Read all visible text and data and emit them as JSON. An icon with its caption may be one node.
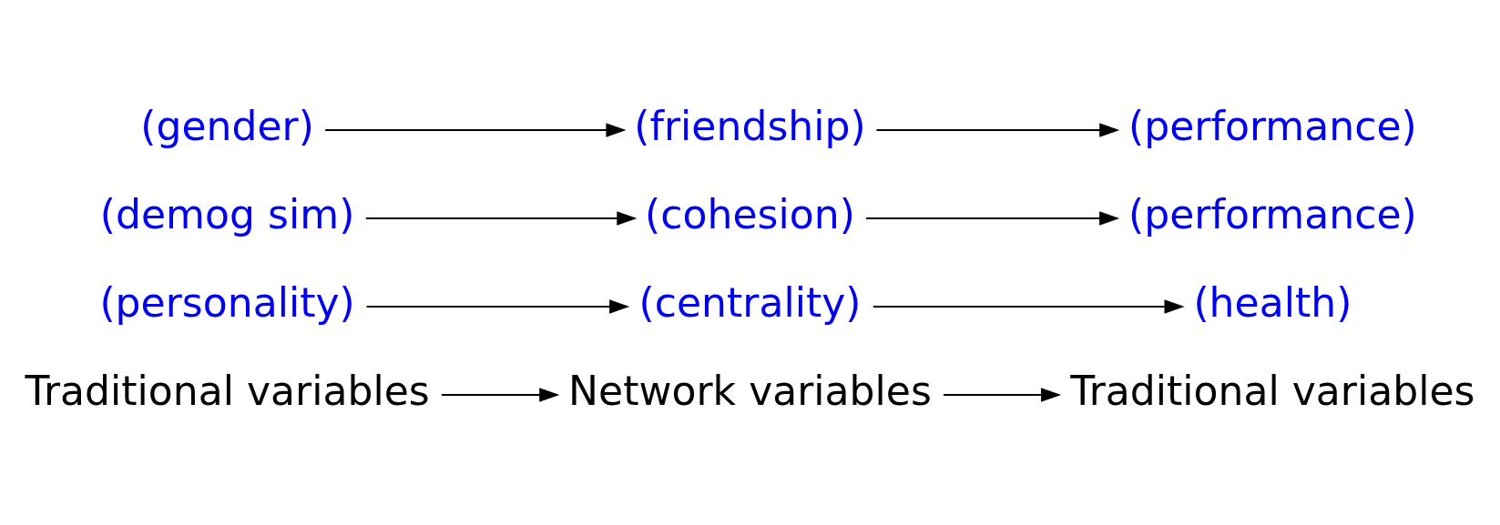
{
  "diagram": {
    "nodes": [
      {
        "text": [
          "Traditional variables"
        ]
      },
      {
        "text": [
          "Network variables"
        ]
      },
      {
        "text": [
          "Traditional variables"
        ]
      },
      {
        "text": [
          "(personality)"
        ]
      },
      {
        "text": [
          "(centrality)"
        ]
      },
      {
        "text": [
          "(health)"
        ]
      },
      {
        "text": [
          "(demog sim)"
        ]
      },
      {
        "text": [
          "(cohesion)"
        ]
      },
      {
        "text": [
          "(performance)"
        ]
      },
      {
        "text": [
          "(gender)"
        ]
      },
      {
        "text": [
          "(friendship)"
        ]
      },
      {
        "text": [
          "(performance)"
        ]
      }
    ],
    "edges": [
      {
        "from": 0,
        "to": 1,
        "arrow": "to"
      },
      {
        "from": 1,
        "to": 2,
        "arrow": "to"
      },
      {
        "from": 3,
        "to": 4,
        "arrow": "to"
      },
      {
        "from": 4,
        "to": 5,
        "arrow": "to"
      },
      {
        "from": 6,
        "to": 7,
        "arrow": "to"
      },
      {
        "from": 7,
        "to": 8,
        "arrow": "to"
      },
      {
        "from": 9,
        "to": 10,
        "arrow": "to"
      },
      {
        "from": 10,
        "to": 11,
        "arrow": "to"
      }
    ]
  }
}
